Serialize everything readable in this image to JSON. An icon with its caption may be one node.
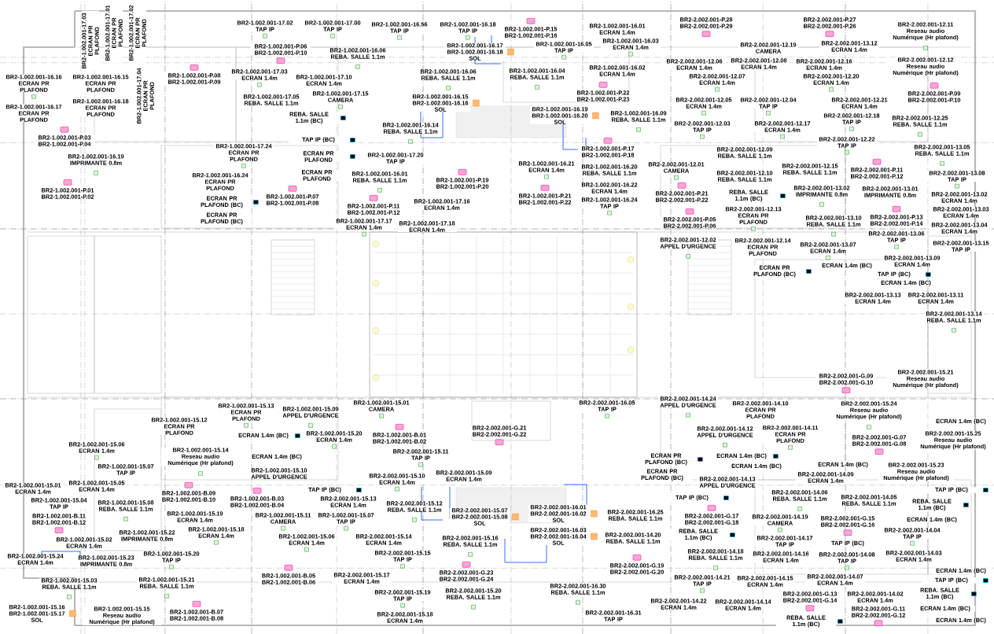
{
  "diagram": {
    "labels": [
      "BR2-1.002.001-17.02 TAP IP",
      "BR2-1.002.001-17.00 TAP IP",
      "BR2-1.002.001-P.06 BR2-1.002.001-P.10",
      "BR2-1.002.001-P.08 BR2-1.002.001-P.09",
      "BR2-1.002.001-16.16 ECRAN PR PLAFOND",
      "BR2-1.002.001-16.15 ECRAN PR PLAFOND",
      "BR2-1.002.001-16.17 ECRAN PR PLAFOND",
      "BR2-1.002.001-16.18 ECRAN PR PLAFOND",
      "BR2-1.002.001-P.03 BR2-1.002.001-P.04",
      "BR2-1.002.001-16.19 IMPRIMANTE 0.8m",
      "BR2-1.002.001-P.01 BR2-1.002.001-P.02",
      "BR2-1.002.001-17.24 ECRAN PR PLAFOND",
      "BR2-1.002.001-16.24 ECRAN PR PLAFOND",
      "ECRAN PR PLAFOND (BC)",
      "ECRAN PR PLAFOND (BC)",
      "BR2-1.002.001-P.07 BR2-1.002.001-P.08",
      "REBA. SALLE 1.1m (BC)",
      "TAP IP (BC)",
      "ECRAN PR PLAFOND",
      "ECRAN PR PLAFOND",
      "BR2-1.002.001-17.03 ECRAN 1.4m",
      "BR2-1.002.001-17.05 REBA. SALLE 1.1m",
      "BR2-1.002.001-17.10 ECRAN 1.4m",
      "BR2-1.002.001-16.56 TAP IP",
      "BR2-1.002.001-16.18 TAP IP",
      "BR2-1.002.001-16.17 BR2-1.002.001-16.18 SOL",
      "BR2-1.002.001-P.15 BR2-1.002.001-P.16",
      "BR2-1.002.001-16.05 TAP IP",
      "BR2-1.002.001-16.01 ECRAN 1.4m",
      "BR2-1.002.001-16.03 ECRAN 1.4m",
      "BR2-1.002.001-16.02 ECRAN 1.4m",
      "BR2-1.002.001-16.06 REBA. SALLE 1.1m",
      "BR2-1.002.001-16.06 REBA. SALLE 1.1m",
      "BR2-1.002.001-16.04 REBA. SALLE 1.1m",
      "BR2-1.002.001-P.22 BR2-1.002.001-P.23",
      "BR2-1.002.001-16.15 BR2-1.002.001-16.16 SOL",
      "BR2-1.002.001-16.19 BR2-1.002.001-16.20 SOL",
      "BR2-1.002.001-16.14 REBA. SALLE 1.1m",
      "BR2-1.002.001-16.09 REBA. SALLE 1.1m",
      "BR2-1.002.001-P.17 BR2-1.002.001-P.18",
      "BR2-1.002.001-16.20 REBA. SALLE 1.1m",
      "BR2-1.002.001-16.21 ECRAN 1.4m",
      "BR2-1.002.001-16.22 ECRAN 1.4m",
      "BR2-2.002.001-12.01 CAMERA",
      "BR2-1.002.001-P.19 BR2-1.002.001-P.20",
      "BR2-1.002.001-P.21 BR2-1.002.001-P.22",
      "BR2-1.002.001-16.24 TAP IP",
      "BR2-1.002.001-16.01 REBA. SALLE 1.1m",
      "BR2-1.002.001-17.20 TAP IP",
      "BR2-1.002.001-P.11 BR2-1.002.001-P.12",
      "BR2-1.002.001-17.17 ECRAN 1.4m",
      "BR2-1.002.001-17.16 ECRAN 1.4m",
      "BR2-1.002.001-17.18 ECRAN 1.4m",
      "BR2-1.002.001-17.15 CAMERA",
      "BR2-2.002.001-P.28 BR2-2.002.001-P.29",
      "BR2-2.002.001-P.27 BR2-2.002.001-P.26",
      "BR2-2.002.001-12.11 Reseau audio Numérique (Hr plafond)",
      "BR2-2.002.001-12.12 Reseau audio Numérique (Hr plafond)",
      "BR2-2.002.001-P.09 BR2-2.002.001-P.10",
      "BR2-2.002.001-12.06 ECRAN 1.4m",
      "BR2-2.002.001-12.07 ECRAN 1.4m",
      "BR2-2.002.001-12.05 ECRAN 1.4m",
      "BR2-2.002.001-12.08 ECRAN 1.4m",
      "BR2-2.002.001-12.03 TAP IP",
      "BR2-2.002.001-12.04 TAP IP",
      "BR2-2.002.001-12.16 ECRAN 1.4m",
      "BR2-2.002.001-12.20 ECRAN 1.4m",
      "BR2-2.002.001-12.17 ECRAN 1.4m",
      "BR2-2.002.001-12.21 ECRAN 1.4m",
      "BR2-2.002.001-12.18 TAP IP",
      "BR2-2.002.001-12.22 TAP IP",
      "BR2-2.002.001-12.09 REBA. SALLE 1.1m",
      "BR2-2.002.001-12.19 CAMERA",
      "BR2-2.002.001-12.10 REBA. SALLE 1.1m",
      "BR2-2.002.001-P.21 BR2-2.002.001-P.22",
      "BR2-2.002.001-12.15 REBA. SALLE 1.1m",
      "BR2-2.002.001-P.11 BR2-2.002.001-P.12",
      "BR2-2.002.001-12.25 REBA. SALLE 1.1m",
      "BR2-2.002.001-13.05 REBA. SALLE 1.1m",
      "BR2-2.002.001-13.01 IMPRIMANTE 0.8m",
      "BR2-2.002.001-13.02 IMPRIMANTE 0.8m",
      "BR2-2.002.001-13.08 TAP IP",
      "BR2-2.002.001-13.02 ECRAN 1.4m",
      "BR2-2.002.001-13.03 ECRAN 1.4m",
      "BR2-2.002.001-13.04 ECRAN 1.4m",
      "BR2-2.002.001-P.13 BR2-2.002.001-P.14",
      "BR2-2.002.001-13.15 TAP IP",
      "BR2-2.002.001-13.10 REBA. SALLE 1.1m",
      "BR2-2.002.001-13.06 TAP IP",
      "BR2-2.002.001-13.09 ECRAN 1.4m",
      "BR2-2.002.001-13.07 ECRAN 1.4m",
      "ECRAN 1.4m (BC)",
      "TAP IP (BC)",
      "REBA. SALLE 1.1m (BC)",
      "ECRAN 1.4m (BC)",
      "BR2-2.002.001-13.12 ECRAN 1.4m",
      "BR2-2.002.001-13.11 ECRAN 1.4m",
      "BR2-2.002.001-13.13 ECRAN 1.4m",
      "BR2-2.002.001-13.14 REBA. SALLE 1.1m",
      "BR2-2.002.001-12.13 ECRAN PR PLAFOND",
      "BR2-2.002.001-12.14 ECRAN PR PLAFOND",
      "BR2-2.002.001-P.05 BR2-2.002.001-P.06",
      "ECRAN PR PLAFOND (BC)",
      "BR2-2.002.001-12.02 APPEL D'URGENCE",
      "BR2-1.002.001-15.06 ECRAN 1.4m",
      "BR2-1.002.001-15.07 TAP IP",
      "BR2-1.002.001-15.05 ECRAN 1.4m",
      "BR2-1.002.001-15.04 TAP IP",
      "BR2-1.002.001-B.11 BR2-1.002.001-B.12",
      "BR2-1.002.001-15.08 REBA. SALLE 1.1m",
      "BR2-1.002.001-15.02 ECRAN 1.4m",
      "BR2-1.002.001-15.01 ECRAN 1.4m",
      "BR2-1.002.001-15.24 ECRAN 1.4m",
      "BR2-1.002.001-15.22 IMPRIMANTE 0.8m",
      "BR2-1.002.001-15.23 IMPRIMANTE 0.8m",
      "BR2-1.002.001-15.03 REBA. SALLE 1.1m",
      "BR2-1.002.001-B.09 BR2-1.002.001-B.10",
      "BR2-1.002.001-15.19 ECRAN 1.4m",
      "BR2-1.002.001-15.18 ECRAN 1.4m",
      "BR2-1.002.001-15.20 TAP IP",
      "BR2-1.002.001-15.21 REBA. SALLE 1.1m",
      "BR2-1.002.001-15.16 BR2-1.002.001-15.17 SOL",
      "BR2-1.002.001-15.14 Reseau audio Numérique (Hr plafond)",
      "BR2-1.002.001-15.15 Reseau audio Numérique (Hr plafond)",
      "BR2-1.002.001-B.07 BR2-1.002.001-B.08",
      "BR2-1.002.001-B.05 BR2-1.002.001-B.06",
      "BR2-1.002.001-B.03 BR2-1.002.001-B.04",
      "BR2-1.002.001-15.11 CAMERA",
      "BR2-1.002.001-15.13 ECRAN PR PLAFOND",
      "BR2-1.002.001-15.12 ECRAN PR PLAFOND",
      "BR2-1.002.001-15.09 APPEL D'URGENCE",
      "ECRAN 1.4m (BC)",
      "ECRAN 1.4m (BC)",
      "BR2-1.002.001-15.10 APPEL D'URGENCE",
      "BR2-1.002.001-15.20 ECRAN 1.4m",
      "TAP IP (BC)",
      "BR2-1.002.001-15.06 ECRAN 1.4m",
      "BR2-1.002.001-15.07 TAP IP",
      "BR2-1.002.001-15.01 CAMERA",
      "BR2-1.002.001-B.01 BR2-1.002.001-B.02",
      "BR2-2.002.001-G.21 BR2-2.002.001-G.22",
      "BR2-2.002.001-15.11 TAP IP",
      "BR2-2.002.001-15.10 ECRAN 1.4m",
      "BR2-2.002.001-15.09 ECRAN 1.4m",
      "BR2-2.002.001-15.12 REBA. SALLE 1.1m",
      "BR2-2.002.001-15.07 BR2-2.002.001-15.08 SOL",
      "BR2-2.002.001-15.14 ECRAN 1.4m",
      "BR2-2.002.001-15.15 TAP IP",
      "BR2-2.002.001-15.13 ECRAN 1.4m",
      "BR2-2.002.001-15.16 REBA. SALLE 1.1m",
      "BR2-2.002.001-G.23 BR2-2.002.001-G.24",
      "BR2-2.002.001-15.17 ECRAN 1.4m",
      "BR2-2.002.001-15.19 TAP IP",
      "BR2-2.002.001-15.18 ECRAN 1.4m",
      "BR2-2.002.001-15.20 REBA. SALLE 1.1m",
      "BR2-2.002.001-16.01 BR2-2.002.001-16.02 SOL",
      "BR2-2.002.001-16.03 BR2-2.002.001-16.04 SOL",
      "BR2-2.002.001-16.05 TAP IP",
      "BR2-2.002.001-16.25 REBA. SALLE 1.1m",
      "BR2-2.002.001-16.30 REBA. SALLE 1.1m",
      "BR2-2.002.001-16.31 TAP IP",
      "BR2-2.002.001-G.19 BR2-2.002.001-G.20",
      "BR2-2.002.001-14.24 APPEL D'URGENCE",
      "BR2-2.002.001-14.12 APPEL D'URGENCE",
      "BR2-2.002.001-14.10 ECRAN PR PLAFOND",
      "BR2-2.002.001-14.11 ECRAN PR PLAFOND",
      "ECRAN 1.4m (BC)",
      "ECRAN 1.4m (BC)",
      "BR2-2.002.001-14.13 APPEL D'URGENCE",
      "ECRAN PR PLAFOND (BC)",
      "ECRAN PR PLAFOND (BC)",
      "TAP IP (BC)",
      "BR2-2.002.001-G.17 BR2-2.002.001-G.18",
      "REBA. SALLE 1.1m (BC)",
      "BR2-2.002.001-14.18 REBA. SALLE 1.1m",
      "BR2-2.002.001-14.20 REBA. SALLE 1.1m",
      "BR2-2.002.001-14.19 CAMERA",
      "BR2-2.002.001-14.21 TAP IP",
      "BR2-2.002.001-14.17 TAP IP",
      "BR2-2.002.001-14.22 ECRAN 1.4m",
      "BR2-2.002.001-14.16 ECRAN 1.4m",
      "BR2-2.002.001-14.15 ECRAN 1.4m",
      "BR2-2.002.001-14.14 ECRAN 1.4m",
      "BR2-2.002.001-G.13 BR2-2.002.001-G.14",
      "BR2-2.002.001-14.06 REBA. SALLE 1.1m",
      "BR2-2.002.001-G.15 BR2-2.002.001-G.16",
      "BR2-2.002.001-14.05 REBA. SALLE 1.1m",
      "BR2-2.002.001-14.08 TAP IP",
      "BR2-2.002.001-14.07 ECRAN 1.4m",
      "BR2-2.002.001-14.09 ECRAN 1.4m",
      "BR2-2.002.001-14.04 TAP IP",
      "BR2-2.002.001-14.03 ECRAN 1.4m",
      "BR2-2.002.001-14.02 ECRAN 1.4m",
      "BR2-2.002.001-G.11 BR2-2.002.001-G.12",
      "BR2-2.002.001-15.23 Reseau audio Numérique (Hr plafond)",
      "BR2-2.002.001-15.25 Reseau audio Numérique (Hr plafond)",
      "TAP IP (BC)",
      "REBA. SALLE 1.1m (BC)",
      "BR2-2.002.001-G.07 BR2-2.002.001-G.08",
      "ECRAN 1.4m (BC)",
      "ECRAN 1.4m (BC)",
      "TAP IP (BC)",
      "REBA. SALLE 1.1m (BC)",
      "ECRAN 1.4m (BC)",
      "ECRAN 1.4m (BC)",
      "ECRAN 1.4m (BC)",
      "ECRAN 1.4m (BC)",
      "REBA. SALLE 1.1m (BC)",
      "TAP IP (BC)",
      "BR2-2.002.001-15.24 Reseau audio Numérique (Hr plafond)",
      "BR2-2.002.001-15.21 Reseau audio Numérique (Hr plafond)",
      "BR2-2.002.001-G.09 BR2-2.002.001-G.10",
      "BR2-1.002.001-17.01 ECRAN PR PLAFOND",
      "BR2-1.002.001-17.02 ECRAN PR PLAFOND",
      "BR2-1.002.001-17.03 ECRAN PR PLAFOND",
      "BR2-1.002.001-17.04 ECRAN PR PLAFOND"
    ]
  }
}
